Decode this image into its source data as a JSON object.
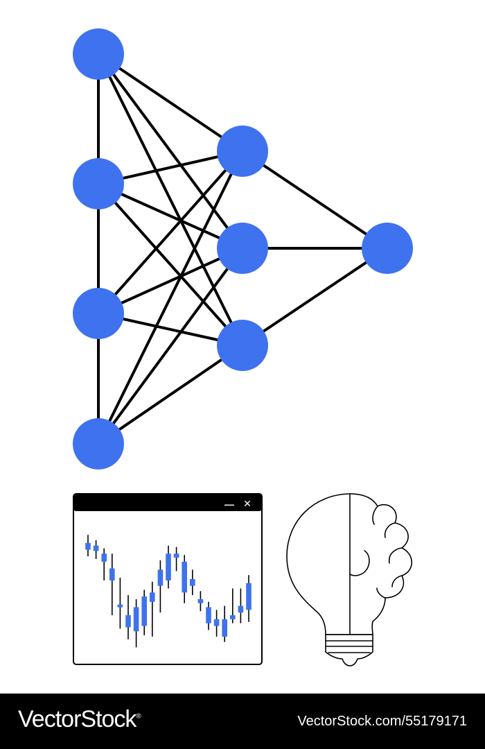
{
  "colors": {
    "node": "#3f72ee",
    "edge": "#000000",
    "candle": "#3f72ee",
    "footer_bg": "#000000",
    "footer_text": "#ffffff"
  },
  "chart_window": {
    "title_bar_icons": [
      "minimize-icon",
      "close-icon"
    ],
    "minimize_glyph": "—",
    "close_glyph": "✕"
  },
  "chart_data": {
    "type": "candlestick",
    "candles": [
      {
        "open": 0.84,
        "close": 0.79,
        "high": 0.9,
        "low": 0.74
      },
      {
        "open": 0.82,
        "close": 0.78,
        "high": 0.86,
        "low": 0.72
      },
      {
        "open": 0.76,
        "close": 0.7,
        "high": 0.8,
        "low": 0.56
      },
      {
        "open": 0.65,
        "close": 0.56,
        "high": 0.76,
        "low": 0.3
      },
      {
        "open": 0.38,
        "close": 0.36,
        "high": 0.58,
        "low": 0.2
      },
      {
        "open": 0.3,
        "close": 0.21,
        "high": 0.45,
        "low": 0.12
      },
      {
        "open": 0.18,
        "close": 0.36,
        "high": 0.42,
        "low": 0.06
      },
      {
        "open": 0.22,
        "close": 0.44,
        "high": 0.49,
        "low": 0.15
      },
      {
        "open": 0.4,
        "close": 0.47,
        "high": 0.55,
        "low": 0.14
      },
      {
        "open": 0.52,
        "close": 0.64,
        "high": 0.71,
        "low": 0.32
      },
      {
        "open": 0.56,
        "close": 0.76,
        "high": 0.82,
        "low": 0.5
      },
      {
        "open": 0.73,
        "close": 0.76,
        "high": 0.81,
        "low": 0.63
      },
      {
        "open": 0.7,
        "close": 0.47,
        "high": 0.75,
        "low": 0.39
      },
      {
        "open": 0.52,
        "close": 0.57,
        "high": 0.64,
        "low": 0.45
      },
      {
        "open": 0.42,
        "close": 0.39,
        "high": 0.48,
        "low": 0.33
      },
      {
        "open": 0.36,
        "close": 0.24,
        "high": 0.4,
        "low": 0.19
      },
      {
        "open": 0.27,
        "close": 0.22,
        "high": 0.34,
        "low": 0.14
      },
      {
        "open": 0.27,
        "close": 0.14,
        "high": 0.37,
        "low": 0.1
      },
      {
        "open": 0.27,
        "close": 0.3,
        "high": 0.5,
        "low": 0.24
      },
      {
        "open": 0.32,
        "close": 0.37,
        "high": 0.5,
        "low": 0.24
      },
      {
        "open": 0.34,
        "close": 0.54,
        "high": 0.6,
        "low": 0.25
      }
    ]
  },
  "footer": {
    "brand": "VectorStock",
    "brand_mark": "®",
    "image_id": "VectorStock.com/55179171"
  }
}
